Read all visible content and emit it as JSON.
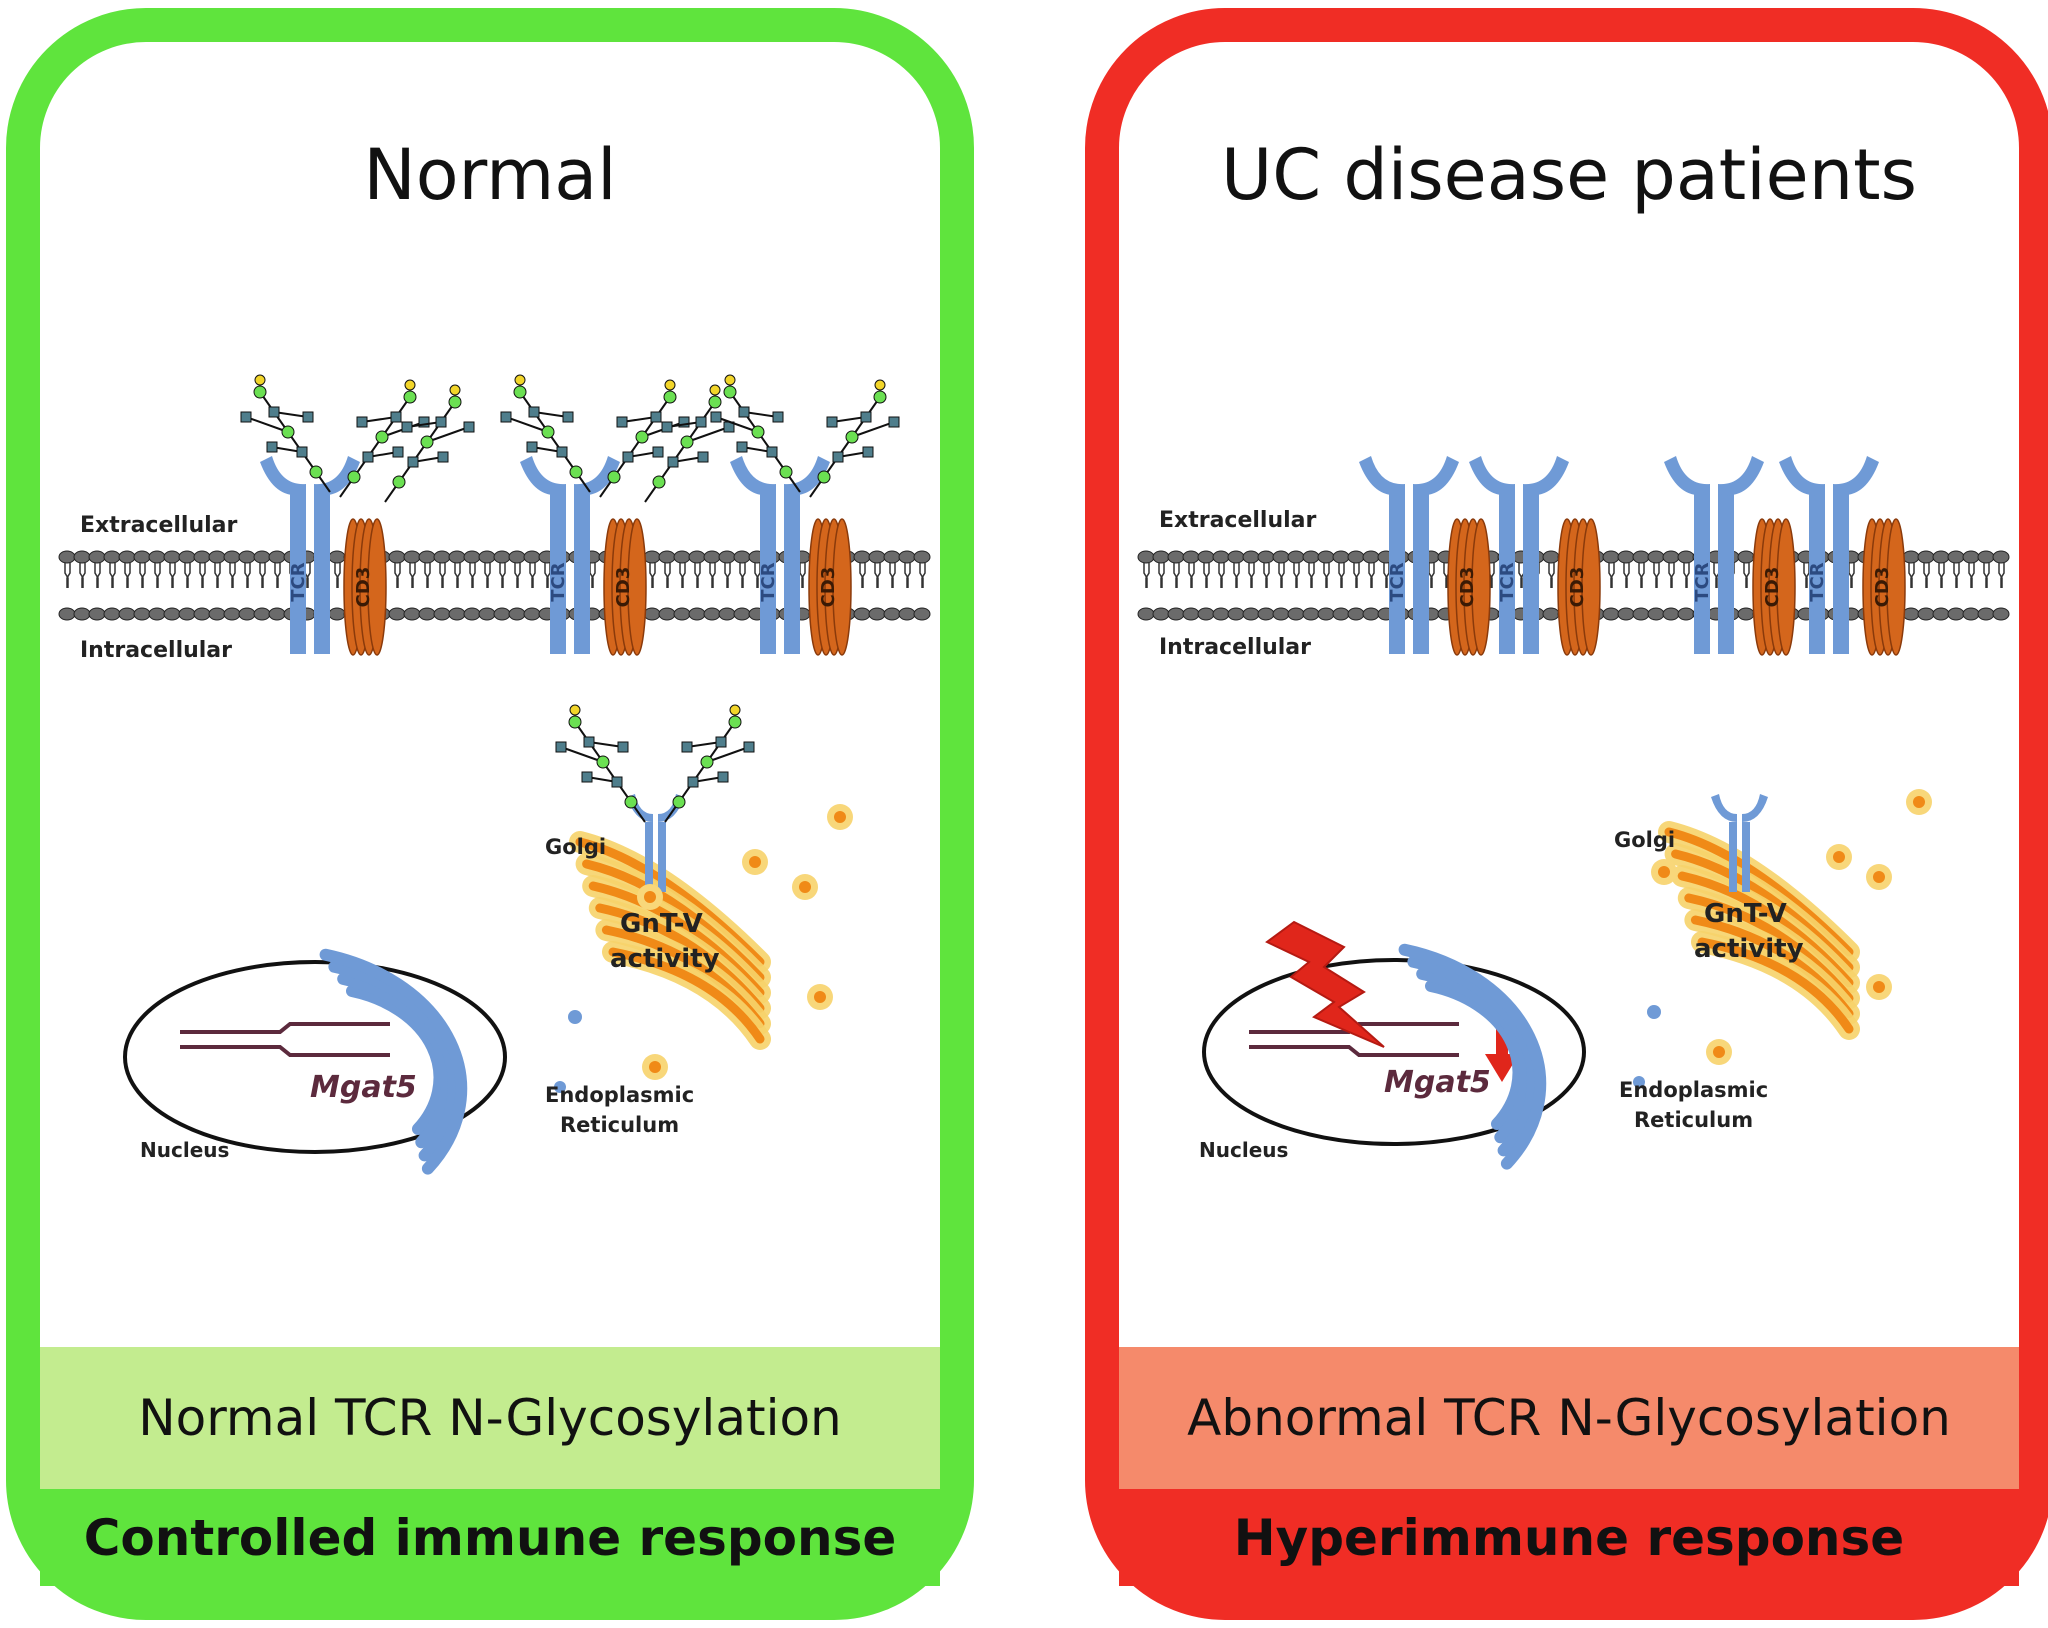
{
  "colors": {
    "normal_border": "#5fe43d",
    "normal_band": "#c3ec8f",
    "disease_border": "#f02d25",
    "disease_band": "#f58a6b",
    "tcr": "#6f9ad6",
    "cd3": "#d4661c",
    "golgi_orange": "#f08a17",
    "golgi_yellow": "#f6d36a",
    "er_blue": "#6f9ad6",
    "mgat5_text": "#5c2a3d",
    "lightning": "#e0261b"
  },
  "icons": [
    "lipid-bilayer",
    "tcr-receptor",
    "cd3-complex",
    "glycan-chain",
    "nucleus",
    "endoplasmic-reticulum",
    "golgi-apparatus",
    "vesicle",
    "lightning-bolt-icon",
    "down-arrow-icon"
  ],
  "left": {
    "title": "Normal",
    "extracellular": "Extracellular",
    "intracellular": "Intracellular",
    "tcr": "TCR",
    "cd3": "CD3",
    "golgi": "Golgi",
    "gntv": "GnT-V",
    "activity": "activity",
    "mgat5": "Mgat5",
    "nucleus": "Nucleus",
    "er1": "Endoplasmic",
    "er2": "Reticulum",
    "band": "Normal TCR N-Glycosylation",
    "footer": "Controlled immune response"
  },
  "right": {
    "title": "UC disease patients",
    "extracellular": "Extracellular",
    "intracellular": "Intracellular",
    "tcr": "TCR",
    "cd3": "CD3",
    "golgi": "Golgi",
    "gntv": "GnT-V",
    "activity": "activity",
    "mgat5": "Mgat5",
    "nucleus": "Nucleus",
    "er1": "Endoplasmic",
    "er2": "Reticulum",
    "band": "Abnormal TCR N-Glycosylation",
    "footer": "Hyperimmune response"
  }
}
